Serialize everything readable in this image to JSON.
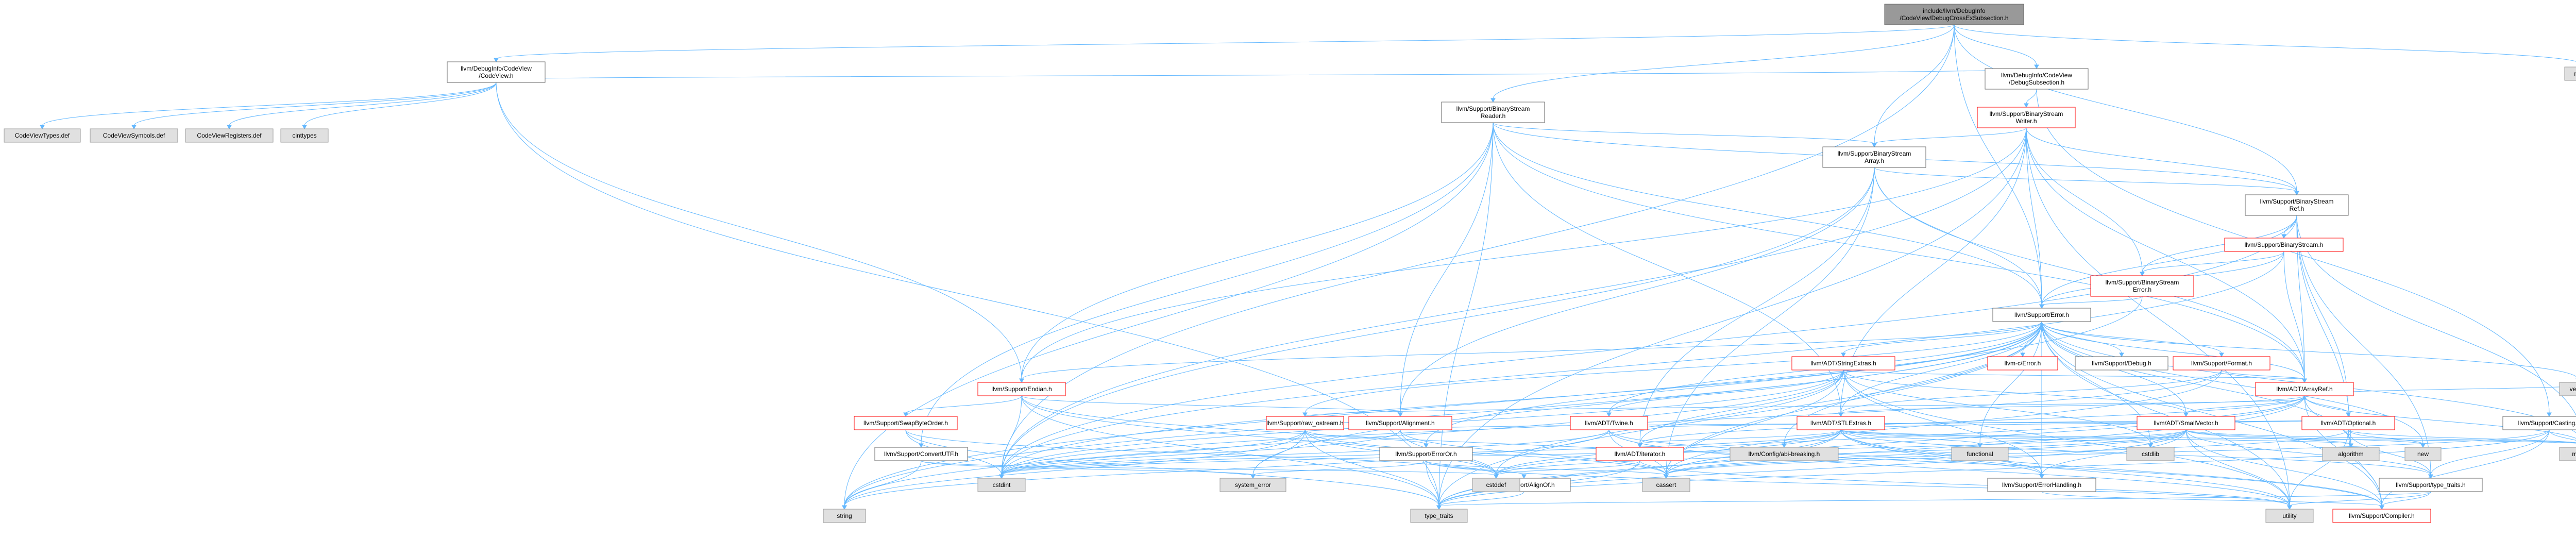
{
  "graph": {
    "nodes": [
      {
        "id": "root",
        "label": "include/llvm/DebugInfo\n/CodeView/DebugCrossExSubsection.h",
        "kind": "root"
      },
      {
        "id": "cv",
        "label": "llvm/DebugInfo/CodeView\n/CodeView.h",
        "kind": "hdr"
      },
      {
        "id": "dss",
        "label": "llvm/DebugInfo/CodeView\n/DebugSubsection.h",
        "kind": "hdr"
      },
      {
        "id": "bsr",
        "label": "llvm/Support/BinaryStream\nReader.h",
        "kind": "hdr"
      },
      {
        "id": "bsw",
        "label": "llvm/Support/BinaryStream\nWriter.h",
        "kind": "trunc"
      },
      {
        "id": "bsa",
        "label": "llvm/Support/BinaryStream\nArray.h",
        "kind": "hdr"
      },
      {
        "id": "bsref",
        "label": "llvm/Support/BinaryStream\nRef.h",
        "kind": "hdr"
      },
      {
        "id": "bs",
        "label": "llvm/Support/BinaryStream.h",
        "kind": "trunc"
      },
      {
        "id": "bse",
        "label": "llvm/Support/BinaryStream\nError.h",
        "kind": "trunc"
      },
      {
        "id": "err",
        "label": "llvm/Support/Error.h",
        "kind": "hdr"
      },
      {
        "id": "map",
        "label": "map",
        "kind": "ext"
      },
      {
        "id": "cvt",
        "label": "CodeViewTypes.def",
        "kind": "ext"
      },
      {
        "id": "cvs",
        "label": "CodeViewSymbols.def",
        "kind": "ext"
      },
      {
        "id": "cvr",
        "label": "CodeViewRegisters.def",
        "kind": "ext"
      },
      {
        "id": "cint",
        "label": "cinttypes",
        "kind": "ext"
      },
      {
        "id": "endian",
        "label": "llvm/Support/Endian.h",
        "kind": "trunc"
      },
      {
        "id": "strext",
        "label": "llvm/ADT/StringExtras.h",
        "kind": "trunc"
      },
      {
        "id": "cerror",
        "label": "llvm-c/Error.h",
        "kind": "trunc"
      },
      {
        "id": "dbg",
        "label": "llvm/Support/Debug.h",
        "kind": "hdr"
      },
      {
        "id": "fmt",
        "label": "llvm/Support/Format.h",
        "kind": "trunc"
      },
      {
        "id": "aref",
        "label": "llvm/ADT/ArrayRef.h",
        "kind": "trunc"
      },
      {
        "id": "vector",
        "label": "vector",
        "kind": "ext"
      },
      {
        "id": "casting",
        "label": "llvm/Support/Casting.h",
        "kind": "hdr"
      },
      {
        "id": "sbo",
        "label": "llvm/Support/SwapByteOrder.h",
        "kind": "trunc"
      },
      {
        "id": "align",
        "label": "llvm/Support/Alignment.h",
        "kind": "trunc"
      },
      {
        "id": "raw",
        "label": "llvm/Support/raw_ostream.h",
        "kind": "trunc"
      },
      {
        "id": "twine",
        "label": "llvm/ADT/Twine.h",
        "kind": "trunc"
      },
      {
        "id": "stlext",
        "label": "llvm/ADT/STLExtras.h",
        "kind": "trunc"
      },
      {
        "id": "cutf",
        "label": "llvm/Support/ConvertUTF.h",
        "kind": "hdr"
      },
      {
        "id": "erroror",
        "label": "llvm/Support/ErrorOr.h",
        "kind": "hdr"
      },
      {
        "id": "iter",
        "label": "llvm/ADT/iterator.h",
        "kind": "trunc"
      },
      {
        "id": "smallvec",
        "label": "llvm/ADT/SmallVector.h",
        "kind": "trunc"
      },
      {
        "id": "optional",
        "label": "llvm/ADT/Optional.h",
        "kind": "trunc"
      },
      {
        "id": "abi",
        "label": "llvm/Config/abi-breaking.h",
        "kind": "ext"
      },
      {
        "id": "functional",
        "label": "functional",
        "kind": "ext"
      },
      {
        "id": "alignof",
        "label": "llvm/Support/AlignOf.h",
        "kind": "hdr"
      },
      {
        "id": "errh",
        "label": "llvm/Support/ErrorHandling.h",
        "kind": "hdr"
      },
      {
        "id": "typetraits",
        "label": "llvm/Support/type_traits.h",
        "kind": "hdr"
      },
      {
        "id": "compiler",
        "label": "llvm/Support/Compiler.h",
        "kind": "trunc"
      },
      {
        "id": "cstdint",
        "label": "cstdint",
        "kind": "ext"
      },
      {
        "id": "syserr",
        "label": "system_error",
        "kind": "ext"
      },
      {
        "id": "cstddef",
        "label": "cstddef",
        "kind": "ext"
      },
      {
        "id": "cassert",
        "label": "cassert",
        "kind": "ext"
      },
      {
        "id": "algorithm",
        "label": "algorithm",
        "kind": "ext"
      },
      {
        "id": "new",
        "label": "new",
        "kind": "ext"
      },
      {
        "id": "memory",
        "label": "memory",
        "kind": "ext"
      },
      {
        "id": "cstdlib",
        "label": "cstdlib",
        "kind": "ext"
      },
      {
        "id": "string",
        "label": "string",
        "kind": "ext"
      },
      {
        "id": "std_type_traits",
        "label": "type_traits",
        "kind": "ext"
      },
      {
        "id": "utility",
        "label": "utility",
        "kind": "ext"
      }
    ],
    "edges": [
      [
        "root",
        "cv"
      ],
      [
        "root",
        "dss"
      ],
      [
        "root",
        "bsr"
      ],
      [
        "root",
        "bsa"
      ],
      [
        "root",
        "bsref"
      ],
      [
        "root",
        "err"
      ],
      [
        "root",
        "map"
      ],
      [
        "root",
        "cstdint"
      ],
      [
        "cv",
        "cvt"
      ],
      [
        "cv",
        "cvs"
      ],
      [
        "cv",
        "cvr"
      ],
      [
        "cv",
        "cint"
      ],
      [
        "cv",
        "endian"
      ],
      [
        "cv",
        "std_type_traits"
      ],
      [
        "dss",
        "cv"
      ],
      [
        "dss",
        "bsw"
      ],
      [
        "dss",
        "casting"
      ],
      [
        "bsr",
        "aref"
      ],
      [
        "bsr",
        "bsa"
      ],
      [
        "bsr",
        "bsref"
      ],
      [
        "bsr",
        "cutf"
      ],
      [
        "bsr",
        "endian"
      ],
      [
        "bsr",
        "err"
      ],
      [
        "bsr",
        "align"
      ],
      [
        "bsr",
        "std_type_traits"
      ],
      [
        "bsr",
        "string"
      ],
      [
        "bsr",
        "stlext"
      ],
      [
        "bsw",
        "aref"
      ],
      [
        "bsw",
        "stlext"
      ],
      [
        "bsw",
        "bsa"
      ],
      [
        "bsw",
        "bse"
      ],
      [
        "bsw",
        "bsref"
      ],
      [
        "bsw",
        "endian"
      ],
      [
        "bsw",
        "err"
      ],
      [
        "bsw",
        "cstdint"
      ],
      [
        "bsw",
        "std_type_traits"
      ],
      [
        "bsw",
        "utility"
      ],
      [
        "bsa",
        "aref"
      ],
      [
        "bsa",
        "iter"
      ],
      [
        "bsa",
        "bsref"
      ],
      [
        "bsa",
        "align"
      ],
      [
        "bsa",
        "err"
      ],
      [
        "bsa",
        "cassert"
      ],
      [
        "bsa",
        "cstdint"
      ],
      [
        "bsref",
        "aref"
      ],
      [
        "bsref",
        "optional"
      ],
      [
        "bsref",
        "bs"
      ],
      [
        "bsref",
        "bse"
      ],
      [
        "bsref",
        "err"
      ],
      [
        "bsref",
        "algorithm"
      ],
      [
        "bsref",
        "cstdint"
      ],
      [
        "bsref",
        "memory"
      ],
      [
        "bsref",
        "typetraits"
      ],
      [
        "bs",
        "aref"
      ],
      [
        "bs",
        "bse"
      ],
      [
        "bs",
        "err"
      ],
      [
        "bs",
        "cstdint"
      ],
      [
        "bse",
        "err"
      ],
      [
        "bse",
        "string"
      ],
      [
        "err",
        "cerror"
      ],
      [
        "err",
        "stlext"
      ],
      [
        "err",
        "smallvec"
      ],
      [
        "err",
        "twine"
      ],
      [
        "err",
        "abi"
      ],
      [
        "err",
        "aref"
      ],
      [
        "err",
        "strext"
      ],
      [
        "err",
        "dbg"
      ],
      [
        "err",
        "fmt"
      ],
      [
        "err",
        "compiler"
      ],
      [
        "err",
        "errh"
      ],
      [
        "err",
        "erroror"
      ],
      [
        "err",
        "raw"
      ],
      [
        "err",
        "algorithm"
      ],
      [
        "err",
        "cassert"
      ],
      [
        "err",
        "cstdint"
      ],
      [
        "err",
        "cstdlib"
      ],
      [
        "err",
        "functional"
      ],
      [
        "err",
        "memory"
      ],
      [
        "err",
        "new"
      ],
      [
        "err",
        "string"
      ],
      [
        "err",
        "syserr"
      ],
      [
        "err",
        "std_type_traits"
      ],
      [
        "err",
        "utility"
      ],
      [
        "err",
        "vector"
      ],
      [
        "err",
        "endian"
      ],
      [
        "strext",
        "aref"
      ],
      [
        "strext",
        "smallvec"
      ],
      [
        "strext",
        "twine"
      ],
      [
        "strext",
        "iter"
      ],
      [
        "strext",
        "cassert"
      ],
      [
        "strext",
        "cstddef"
      ],
      [
        "strext",
        "cstdint"
      ],
      [
        "strext",
        "cstdlib"
      ],
      [
        "strext",
        "string"
      ],
      [
        "strext",
        "utility"
      ],
      [
        "strext",
        "errh"
      ],
      [
        "fmt",
        "aref"
      ],
      [
        "fmt",
        "stlext"
      ],
      [
        "fmt",
        "cassert"
      ],
      [
        "fmt",
        "cstdint"
      ],
      [
        "aref",
        "smallvec"
      ],
      [
        "aref",
        "stlext"
      ],
      [
        "aref",
        "compiler"
      ],
      [
        "aref",
        "algorithm"
      ],
      [
        "aref",
        "vector"
      ],
      [
        "aref",
        "memory"
      ],
      [
        "aref",
        "cassert"
      ],
      [
        "aref",
        "cstddef"
      ],
      [
        "aref",
        "iter"
      ],
      [
        "aref",
        "optional"
      ],
      [
        "aref",
        "std_type_traits"
      ],
      [
        "endian",
        "sbo"
      ],
      [
        "endian",
        "compiler"
      ],
      [
        "endian",
        "cstddef"
      ],
      [
        "endian",
        "cstdint"
      ],
      [
        "endian",
        "std_type_traits"
      ],
      [
        "endian",
        "align"
      ],
      [
        "sbo",
        "cstddef"
      ],
      [
        "sbo",
        "cstdint"
      ],
      [
        "sbo",
        "std_type_traits"
      ],
      [
        "align",
        "cassert"
      ],
      [
        "align",
        "cstddef"
      ],
      [
        "align",
        "optional"
      ],
      [
        "align",
        "cstdint"
      ],
      [
        "raw",
        "aref"
      ],
      [
        "raw",
        "cassert"
      ],
      [
        "raw",
        "cstddef"
      ],
      [
        "raw",
        "cstdint"
      ],
      [
        "raw",
        "string"
      ],
      [
        "raw",
        "std_type_traits"
      ],
      [
        "raw",
        "syserr"
      ],
      [
        "raw",
        "erroror"
      ],
      [
        "twine",
        "smallvec"
      ],
      [
        "twine",
        "errh"
      ],
      [
        "twine",
        "cassert"
      ],
      [
        "twine",
        "cstdint"
      ],
      [
        "twine",
        "string"
      ],
      [
        "twine",
        "utility"
      ],
      [
        "stlext",
        "optional"
      ],
      [
        "stlext",
        "iter"
      ],
      [
        "stlext",
        "abi"
      ],
      [
        "stlext",
        "errh"
      ],
      [
        "stlext",
        "typetraits"
      ],
      [
        "stlext",
        "algorithm"
      ],
      [
        "stlext",
        "cassert"
      ],
      [
        "stlext",
        "cstddef"
      ],
      [
        "stlext",
        "cstdint"
      ],
      [
        "stlext",
        "cstdlib"
      ],
      [
        "stlext",
        "functional"
      ],
      [
        "stlext",
        "memory"
      ],
      [
        "stlext",
        "utility"
      ],
      [
        "stlext",
        "std_type_traits"
      ],
      [
        "stlext",
        "compiler"
      ],
      [
        "cutf",
        "cstddef"
      ],
      [
        "cutf",
        "string"
      ],
      [
        "cutf",
        "syserr"
      ],
      [
        "erroror",
        "alignof"
      ],
      [
        "erroror",
        "cassert"
      ],
      [
        "erroror",
        "syserr"
      ],
      [
        "erroror",
        "std_type_traits"
      ],
      [
        "erroror",
        "utility"
      ],
      [
        "iter",
        "cstddef"
      ],
      [
        "iter",
        "utility"
      ],
      [
        "iter",
        "std_type_traits"
      ],
      [
        "smallvec",
        "compiler"
      ],
      [
        "smallvec",
        "typetraits"
      ],
      [
        "smallvec",
        "algorithm"
      ],
      [
        "smallvec",
        "cassert"
      ],
      [
        "smallvec",
        "cstddef"
      ],
      [
        "smallvec",
        "cstdlib"
      ],
      [
        "smallvec",
        "cstdint"
      ],
      [
        "smallvec",
        "functional"
      ],
      [
        "smallvec",
        "new"
      ],
      [
        "smallvec",
        "std_type_traits"
      ],
      [
        "smallvec",
        "utility"
      ],
      [
        "smallvec",
        "memory"
      ],
      [
        "smallvec",
        "errh"
      ],
      [
        "optional",
        "compiler"
      ],
      [
        "optional",
        "typetraits"
      ],
      [
        "optional",
        "cassert"
      ],
      [
        "optional",
        "memory"
      ],
      [
        "optional",
        "new"
      ],
      [
        "optional",
        "utility"
      ],
      [
        "casting",
        "compiler"
      ],
      [
        "casting",
        "typetraits"
      ],
      [
        "casting",
        "cassert"
      ],
      [
        "casting",
        "memory"
      ],
      [
        "casting",
        "std_type_traits"
      ],
      [
        "alignof",
        "std_type_traits"
      ],
      [
        "errh",
        "compiler"
      ],
      [
        "typetraits",
        "compiler"
      ],
      [
        "typetraits",
        "std_type_traits"
      ],
      [
        "typetraits",
        "utility"
      ]
    ]
  }
}
